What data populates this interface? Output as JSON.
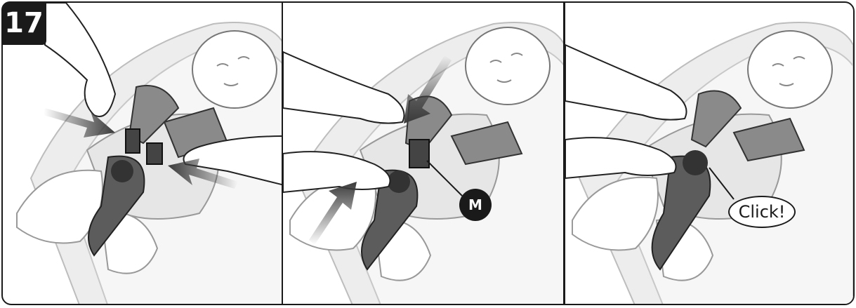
{
  "step_number": "17",
  "panels": [
    {
      "id": "step-a"
    },
    {
      "id": "step-b",
      "callout": "M"
    },
    {
      "id": "step-c",
      "sound_label": "Click!"
    }
  ],
  "colors": {
    "outline": "#1a1a1a",
    "strap": "#5c5c5c",
    "strap_light": "#8a8a8a",
    "seat": "#e9e9e9",
    "arrow": "#3a3a3a"
  }
}
